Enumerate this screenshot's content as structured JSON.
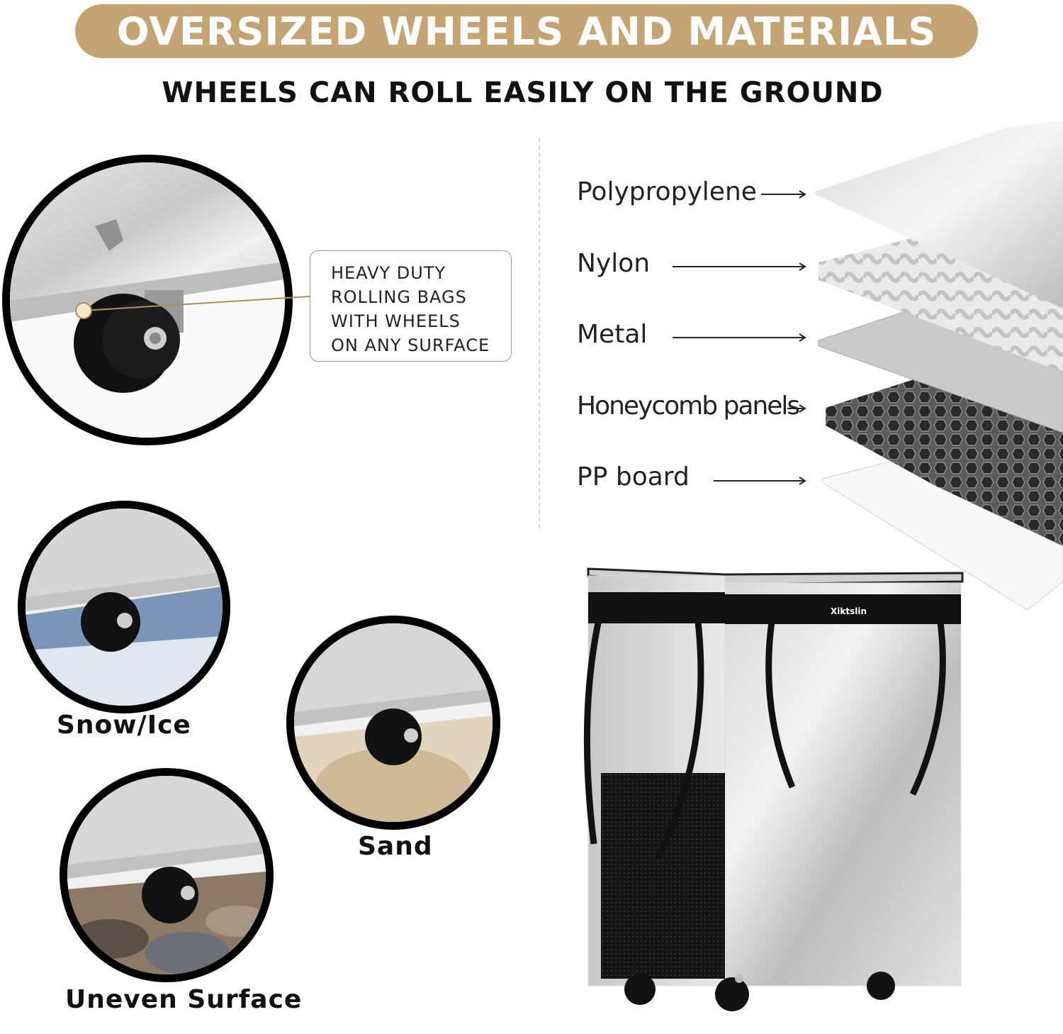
{
  "header": {
    "title": "OVERSIZED WHEELS AND MATERIALS",
    "subtitle": "WHEELS CAN ROLL EASILY ON THE GROUND"
  },
  "callout": {
    "lines": [
      "HEAVY DUTY",
      "ROLLING BAGS",
      "WITH WHEELS",
      "ON ANY SURFACE"
    ]
  },
  "surfaces": [
    {
      "label": "Snow/Ice"
    },
    {
      "label": "Sand"
    },
    {
      "label": "Uneven Surface"
    }
  ],
  "materials": {
    "layers": [
      {
        "label": "Polypropylene"
      },
      {
        "label": "Nylon"
      },
      {
        "label": "Metal"
      },
      {
        "label": "Honeycomb panels"
      },
      {
        "label": "PP board"
      }
    ]
  },
  "product": {
    "brand": "Xiktslin"
  },
  "colors": {
    "gold": "#c3a472",
    "text": "#111111"
  }
}
